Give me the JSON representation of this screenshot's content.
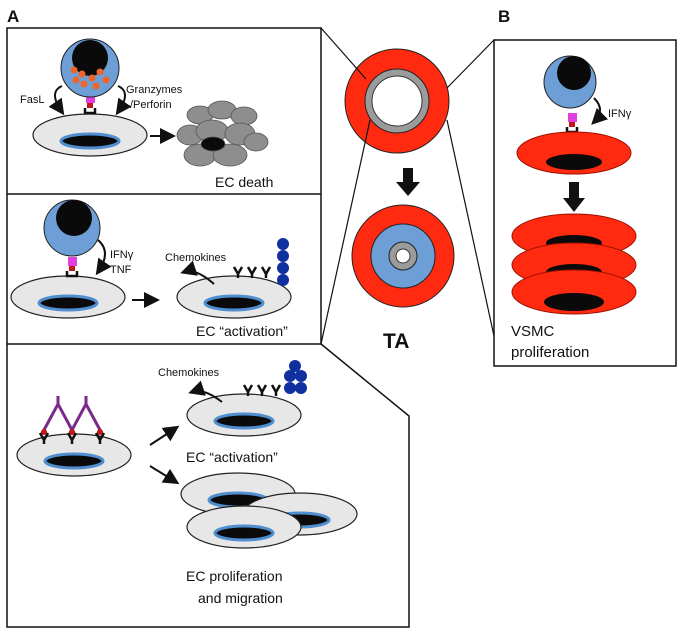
{
  "panels": {
    "a_letter": "A",
    "b_letter": "B"
  },
  "box1": {
    "fasl": "FasL",
    "granzymes": "Granzymes",
    "perforin": "/Perforin",
    "result": "EC death"
  },
  "box2": {
    "ifng": "IFNγ",
    "tnf": "TNF",
    "chemokines": "Chemokines",
    "result": "EC “activation”"
  },
  "box3": {
    "chemokines": "Chemokines",
    "activation": "EC “activation”",
    "result_line1": "EC proliferation",
    "result_line2": "and migration"
  },
  "center": {
    "label": "TA"
  },
  "boxB": {
    "ifng": "IFNγ",
    "result_line1": "VSMC",
    "result_line2": "proliferation"
  },
  "colors": {
    "vessel_red": "#ff2a0f",
    "tcell_blue": "#6d9fd6",
    "nucleus": "#0a0a0a",
    "ec_gray": "#e7e7e7",
    "lumen_ring": "#4f8fd0",
    "mhc_pink": "#e040e0",
    "chemokine_receptor_blue": "#1030a0",
    "antibody_purple": "#7a2a88",
    "granule_orange": "#f0642a",
    "dead_cell_gray": "#8e8e8e",
    "intima_gray": "#9b9b9b"
  }
}
